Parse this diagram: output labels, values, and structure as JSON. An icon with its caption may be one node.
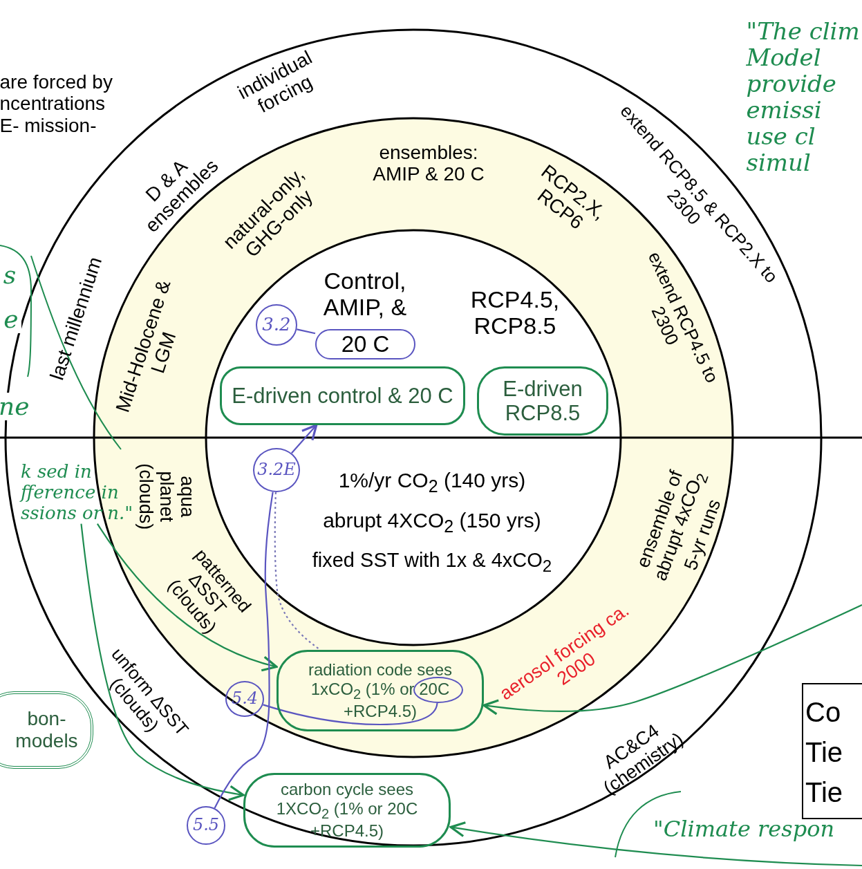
{
  "diagram": {
    "nodes": [
      {
        "text": [
          "E-driven control & 20 C"
        ]
      },
      {
        "text": [
          "E-driven RCP8.5"
        ]
      },
      {
        "text": [
          "3.2"
        ]
      },
      {
        "text": [
          "20 C"
        ]
      },
      {
        "text": [
          "3.2E"
        ]
      },
      {
        "text": [
          "radiation code sees 1xCO$_{2}$ (1% or 20C +RCP4.5)"
        ]
      },
      {
        "text": [
          "5.4"
        ]
      },
      {
        "text": [],
        "shape": "circle",
        "in": 5
      },
      {
        "text": [
          "carbon cycle sees 1XCO$_{2}$ (1% or 20C +RCP4.5)"
        ]
      },
      {
        "text": [
          "5.5"
        ]
      },
      {
        "text": [
          "bon- models"
        ]
      },
      {
        "text": [
          "k sed in fference in ssions or n.\""
        ]
      }
    ],
    "edges": [
      {
        "from": 2,
        "to": 3,
        "arrow": "none",
        "color": "#5a55c0"
      },
      {
        "from": 4,
        "to": 0,
        "arrow": "to",
        "color": "#5a55c0"
      },
      {
        "from": 11,
        "to": 5,
        "arrow": "to",
        "color": "#1e8c50"
      },
      {
        "from": 11,
        "to": 8,
        "arrow": "to",
        "color": "#1e8c50"
      },
      {
        "from": null,
        "to": 5,
        "arrow": "to",
        "color": "#1e8c50"
      },
      {
        "from": null,
        "to": 8,
        "arrow": "to",
        "color": "#1e8c50"
      },
      {
        "from": 6,
        "to": 7,
        "arrow": "none",
        "color": "#5a55c0"
      },
      {
        "from": 4,
        "to": 9,
        "arrow": "none",
        "color": "#5a55c0"
      },
      {
        "from": 4,
        "to": 5,
        "arrow": "none",
        "style": "dashed",
        "color": "#7a78b8"
      }
    ],
    "labels": [
      "are forced by ncentrations E- mission-",
      "individual forcing",
      "\"The clim Model provide emissi use cl simul",
      "D & A ensembles",
      "ensembles: AMIP & 20 C",
      "RCP2.X, RCP6",
      "extend RCP8.5 & RCP2.X to 2300",
      "natural-only, GHG-only",
      "s",
      "last millennium",
      "Mid-Holocene & LGM",
      "Control, AMIP, &",
      "RCP4.5, RCP8.5",
      "extend RCP4.5 to 2300",
      "e",
      "ne",
      "aqua planet (clouds)",
      "1%/yr CO$_{2}$ (140 yrs)",
      "abrupt 4XCO$_{2}$ (150 yrs)",
      "fixed SST with 1x & 4xCO$_{2}$",
      "ensemble of abrupt 4xCO$_{2}$ 5-yr runs",
      "patterned ΔSST (clouds)",
      "unform ΔSST (clouds)",
      "aerosol forcing ca. 2000",
      "Co",
      "Tie",
      "Tie",
      "AC&C4 (chemistry)",
      "\"Climate respon"
    ]
  }
}
